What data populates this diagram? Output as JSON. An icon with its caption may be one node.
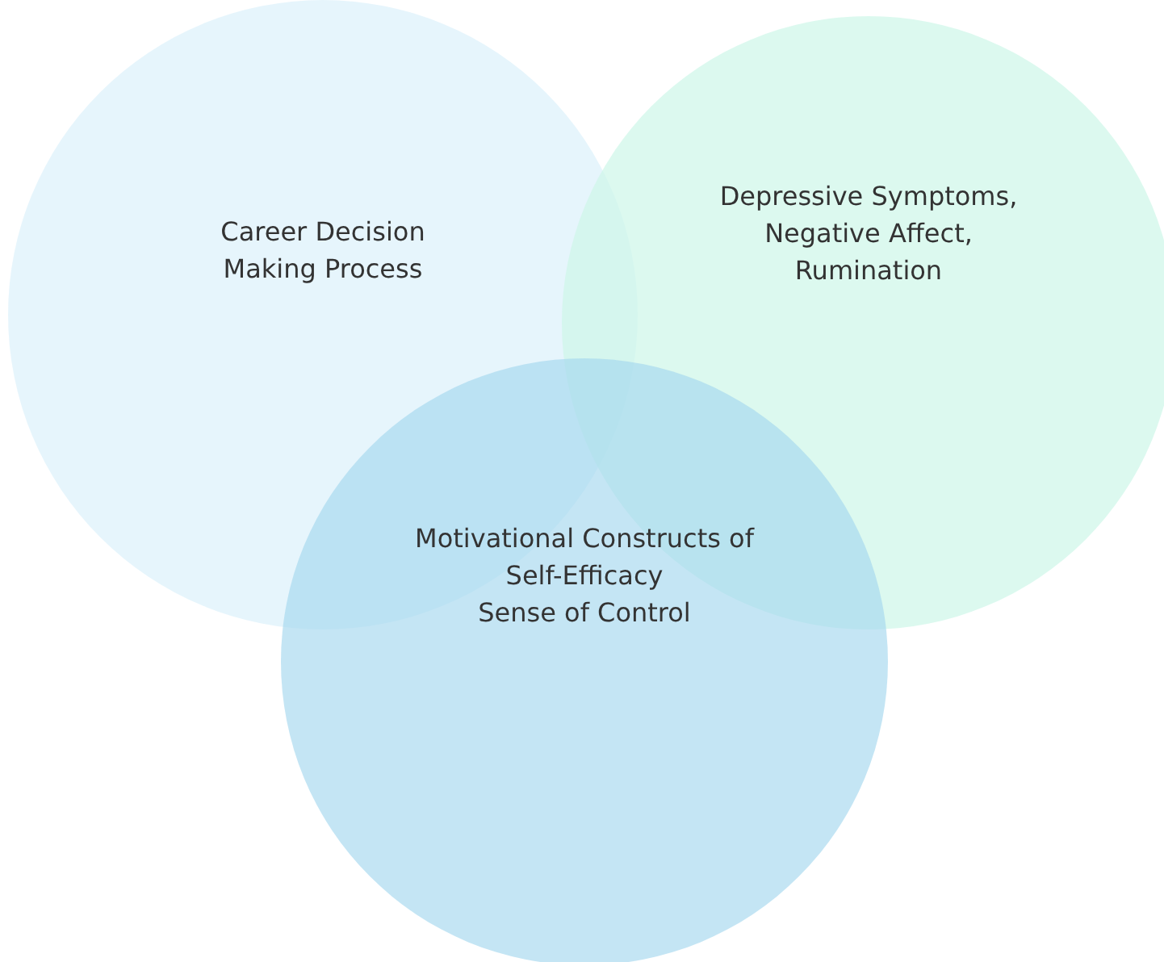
{
  "diagram": {
    "nodes": [
      {
        "text": [
          "Career Decision Making Process"
        ]
      },
      {
        "text": [
          "Depressive Symptoms, Negative Affect, Rumination"
        ]
      },
      {
        "text": [
          "Motivational Constructs of Self-Efficacy",
          "Sense of Control"
        ]
      }
    ]
  }
}
